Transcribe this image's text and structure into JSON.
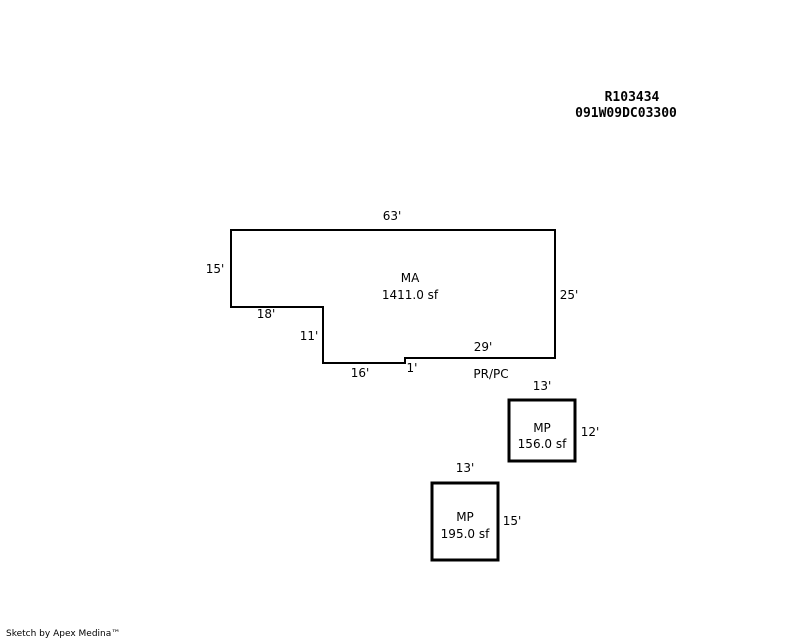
{
  "header": {
    "parcel_id": "R103434",
    "map_number": "091W09DC03300"
  },
  "main_area": {
    "code": "MA",
    "area": "1411.0 sf",
    "dims": {
      "top": "63'",
      "left": "15'",
      "right": "25'",
      "step_top": "18'",
      "step_side": "11'",
      "bottom_left": "16'",
      "jog": "1'",
      "bottom_right": "29'"
    }
  },
  "porch_label": "PR/PC",
  "porch_1": {
    "code": "MP",
    "area": "156.0 sf",
    "width": "13'",
    "depth": "12'"
  },
  "porch_2": {
    "code": "MP",
    "area": "195.0 sf",
    "width": "13'",
    "depth": "15'"
  },
  "credit": "Sketch by Apex Medina™"
}
